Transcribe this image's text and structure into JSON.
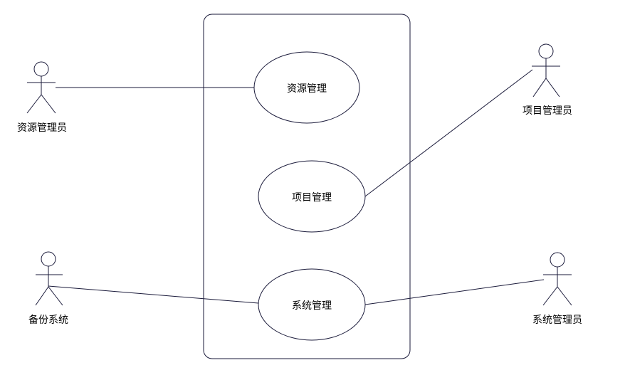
{
  "diagram": {
    "actors": [
      {
        "id": "resource-admin",
        "label": "资源管理员"
      },
      {
        "id": "project-admin",
        "label": "项目管理员"
      },
      {
        "id": "backup-system",
        "label": "备份系统"
      },
      {
        "id": "system-admin",
        "label": "系统管理员"
      }
    ],
    "use_cases": [
      {
        "id": "resource-mgmt",
        "label": "资源管理"
      },
      {
        "id": "project-mgmt",
        "label": "项目管理"
      },
      {
        "id": "system-mgmt",
        "label": "系统管理"
      }
    ],
    "associations": [
      {
        "from": "resource-admin",
        "to": "resource-mgmt"
      },
      {
        "from": "project-admin",
        "to": "project-mgmt"
      },
      {
        "from": "backup-system",
        "to": "system-mgmt"
      },
      {
        "from": "system-admin",
        "to": "system-mgmt"
      }
    ],
    "colors": {
      "stroke": "#1a1a3a",
      "background": "#ffffff",
      "text": "#000000"
    }
  }
}
